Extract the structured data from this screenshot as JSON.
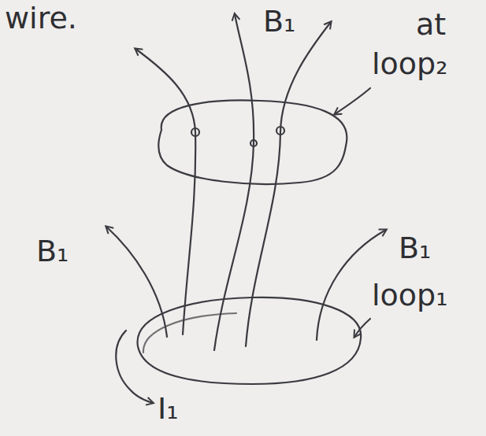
{
  "diagram": {
    "labels": [
      "wire.",
      "B₁",
      "at",
      "loop₂",
      "B₁",
      "B₁",
      "loop₁",
      "I₁"
    ]
  }
}
